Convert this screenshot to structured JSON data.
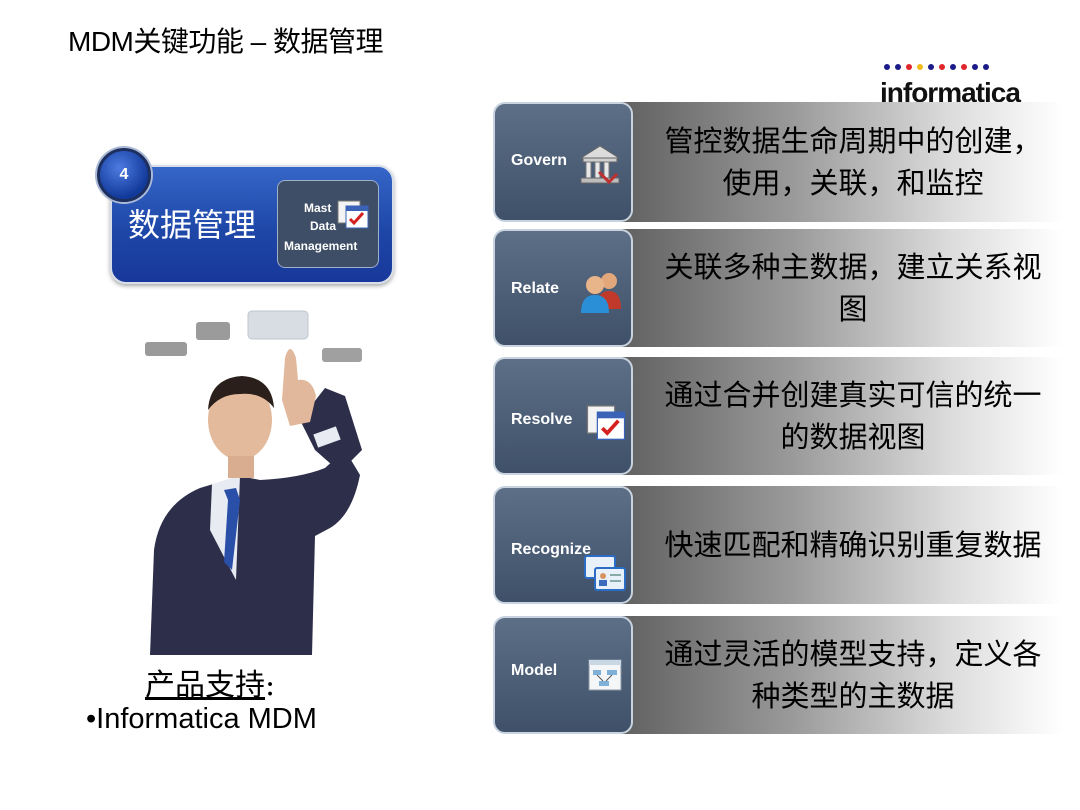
{
  "page": {
    "title": "MDM关键功能 – 数据管理"
  },
  "logo": {
    "text": "informatica",
    "dot_colors": [
      "#1b1b8a",
      "#1b1b8a",
      "#e0252b",
      "#f2b91c",
      "#1b1b8a",
      "#e0252b",
      "#1b1b8a",
      "#e0252b",
      "#1b1b8a",
      "#1b1b8a"
    ]
  },
  "badge": {
    "number": "4",
    "title": "数据管理",
    "icon_text": {
      "line1": "Mast",
      "line2": "Data",
      "line3": "Management"
    }
  },
  "caption": {
    "label": "产品支持",
    "colon": ":",
    "item": "•Informatica MDM"
  },
  "features": [
    {
      "label": "Govern",
      "icon": "bank-building-icon",
      "description": "管控数据生命周期中的创建，使用，关联，和监控"
    },
    {
      "label": "Relate",
      "icon": "users-icon",
      "description": "关联多种主数据，建立关系视图"
    },
    {
      "label": "Resolve",
      "icon": "calendar-check-icon",
      "description": "通过合并创建真实可信的统一的数据视图"
    },
    {
      "label": "Recognize",
      "icon": "contact-cards-icon",
      "description": "快速匹配和精确识别重复数据"
    },
    {
      "label": "Model",
      "icon": "data-model-icon",
      "description": "通过灵活的模型支持，定义各种类型的主数据"
    }
  ]
}
